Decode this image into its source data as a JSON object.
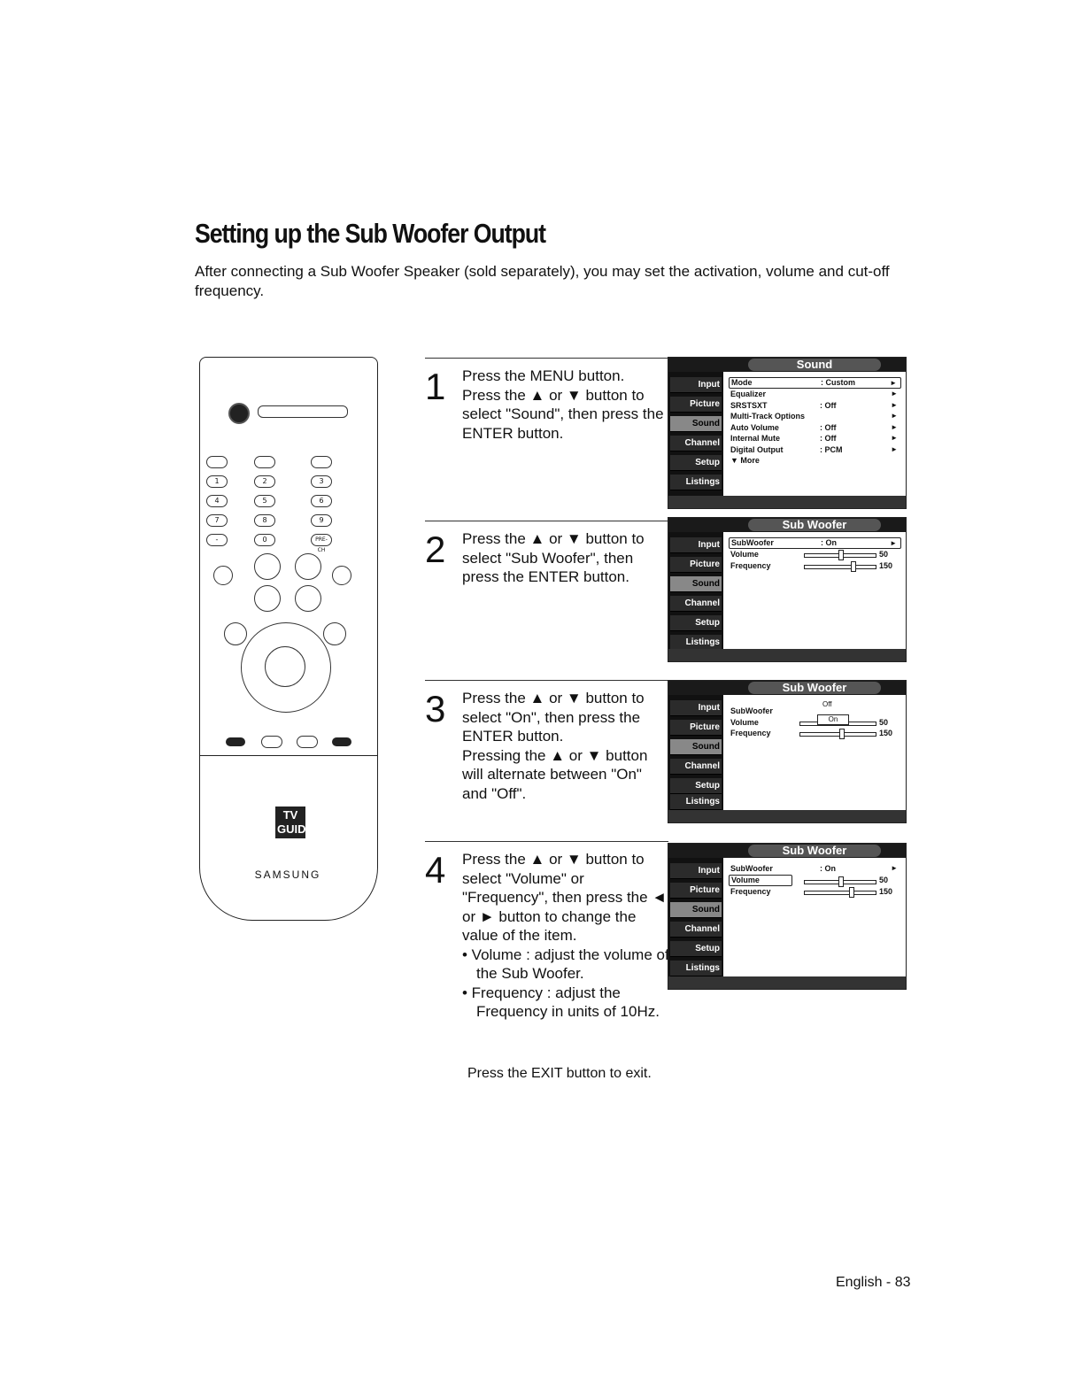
{
  "title": "Setting up the Sub Woofer Output",
  "intro": "After connecting a Sub Woofer Speaker (sold separately), you may set the activation, volume and cut-off frequency.",
  "remote": {
    "brand": "SAMSUNG",
    "guide_logo": "TV GUIDE",
    "number_keys": [
      "1",
      "2",
      "3",
      "4",
      "5",
      "6",
      "7",
      "8",
      "9",
      "-",
      "0",
      "PRE-CH"
    ]
  },
  "steps": [
    {
      "num": "1",
      "lines": [
        "Press the MENU button.",
        "Press the ▲ or ▼ button to select \"Sound\", then press the ENTER button."
      ]
    },
    {
      "num": "2",
      "lines": [
        "Press the ▲ or ▼ button to select \"Sub Woofer\", then press the ENTER button."
      ]
    },
    {
      "num": "3",
      "lines": [
        "Press the ▲ or ▼ button to select \"On\", then press the ENTER button.",
        "Pressing the ▲ or ▼ button will alternate between \"On\" and \"Off\"."
      ]
    },
    {
      "num": "4",
      "lines": [
        "Press the ▲ or ▼ button to select \"Volume\" or \"Frequency\", then press the ◄ or ► button to change the value of the item."
      ],
      "bullets": [
        "• Volume : adjust the volume of the Sub Woofer.",
        "• Frequency : adjust the Frequency in units of 10Hz."
      ]
    }
  ],
  "screens": {
    "sound": {
      "title": "Sound",
      "tabs": [
        "Input",
        "Picture",
        "Sound",
        "Channel",
        "Setup",
        "Listings"
      ],
      "rows": [
        {
          "label": "Mode",
          "value": ": Custom",
          "arrow": "►"
        },
        {
          "label": "Equalizer",
          "value": "",
          "arrow": "►"
        },
        {
          "label": "SRSTSXT",
          "value": ": Off",
          "arrow": "►"
        },
        {
          "label": "Multi-Track Options",
          "value": "",
          "arrow": "►"
        },
        {
          "label": "Auto Volume",
          "value": ": Off",
          "arrow": "►"
        },
        {
          "label": "Internal Mute",
          "value": ": Off",
          "arrow": "►"
        },
        {
          "label": "Digital Output",
          "value": ": PCM",
          "arrow": "►"
        },
        {
          "label": "▼ More",
          "value": "",
          "arrow": ""
        }
      ]
    },
    "subwoofer": {
      "title": "Sub Woofer",
      "sw_label": "SubWoofer",
      "sw_value": ": On",
      "vol_label": "Volume",
      "vol_value": "50",
      "freq_label": "Frequency",
      "freq_value": "150",
      "opt_off": "Off",
      "opt_on": "On",
      "arrow": "►"
    }
  },
  "exit": "Press the EXIT button to exit.",
  "footer": "English - 83"
}
